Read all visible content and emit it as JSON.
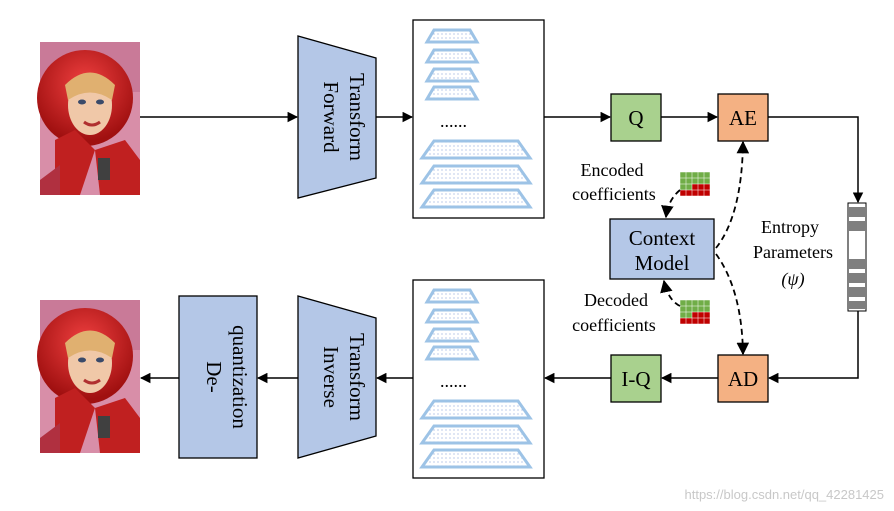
{
  "labels": {
    "forward_transform_line1": "Forward",
    "forward_transform_line2": "Transform",
    "inverse_transform_line1": "Inverse",
    "inverse_transform_line2": "Transform",
    "dequant_line1": "De-",
    "dequant_line2": "quantization",
    "quantizer": "Q",
    "inverse_quantizer": "I-Q",
    "arithmetic_encoder": "AE",
    "arithmetic_decoder": "AD",
    "context_model_line1": "Context",
    "context_model_line2": "Model",
    "encoded_line1": "Encoded",
    "encoded_line2": "coefficients",
    "decoded_line1": "Decoded",
    "decoded_line2": "coefficients",
    "entropy_line1": "Entropy",
    "entropy_line2": "Parameters",
    "entropy_line3": "(ψ)",
    "dots_top": "......",
    "dots_bottom": "......"
  },
  "watermark": "https://blog.csdn.net/qq_42281425",
  "colors": {
    "transform_fill": "#b4c7e7",
    "quant_fill": "#a9d18e",
    "coder_fill": "#f4b183",
    "coeff_plane": "#9dc3e6",
    "stripe_dark": "#7f7f7f",
    "grid_red": "#c00000",
    "grid_green": "#70ad47"
  }
}
